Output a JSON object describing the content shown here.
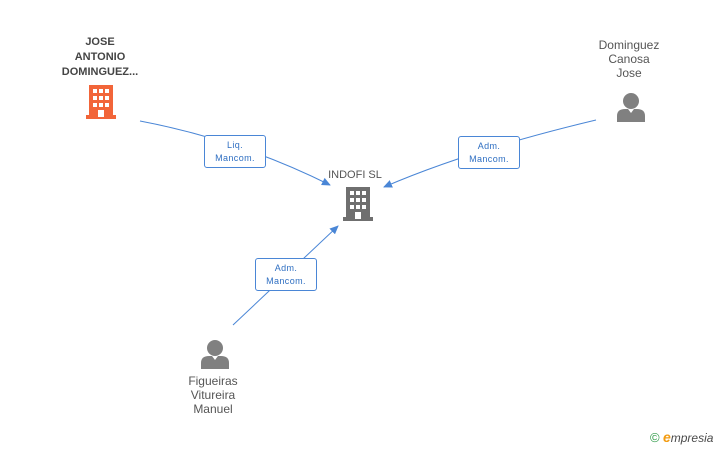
{
  "nodes": {
    "top_left": {
      "label_lines": [
        "JOSE",
        "ANTONIO",
        "DOMINGUEZ..."
      ],
      "icon": "building-icon",
      "color": "#f26539"
    },
    "top_right": {
      "label_lines": [
        "Dominguez",
        "Canosa",
        "Jose"
      ],
      "icon": "person-icon",
      "color": "#808080"
    },
    "center": {
      "label": "INDOFI SL",
      "icon": "building-icon",
      "color": "#6f6f6f"
    },
    "bottom_left": {
      "label_lines": [
        "Figueiras",
        "Vitureira",
        "Manuel"
      ],
      "icon": "person-icon",
      "color": "#808080"
    }
  },
  "edges": {
    "left": {
      "line1": "Liq.",
      "line2": "Mancom."
    },
    "right": {
      "line1": "Adm.",
      "line2": "Mancom."
    },
    "bottom": {
      "line1": "Adm.",
      "line2": "Mancom."
    }
  },
  "colors": {
    "edge": "#4a86d6"
  },
  "watermark": {
    "copyright": "©",
    "e": "e",
    "rest": "mpresia"
  }
}
